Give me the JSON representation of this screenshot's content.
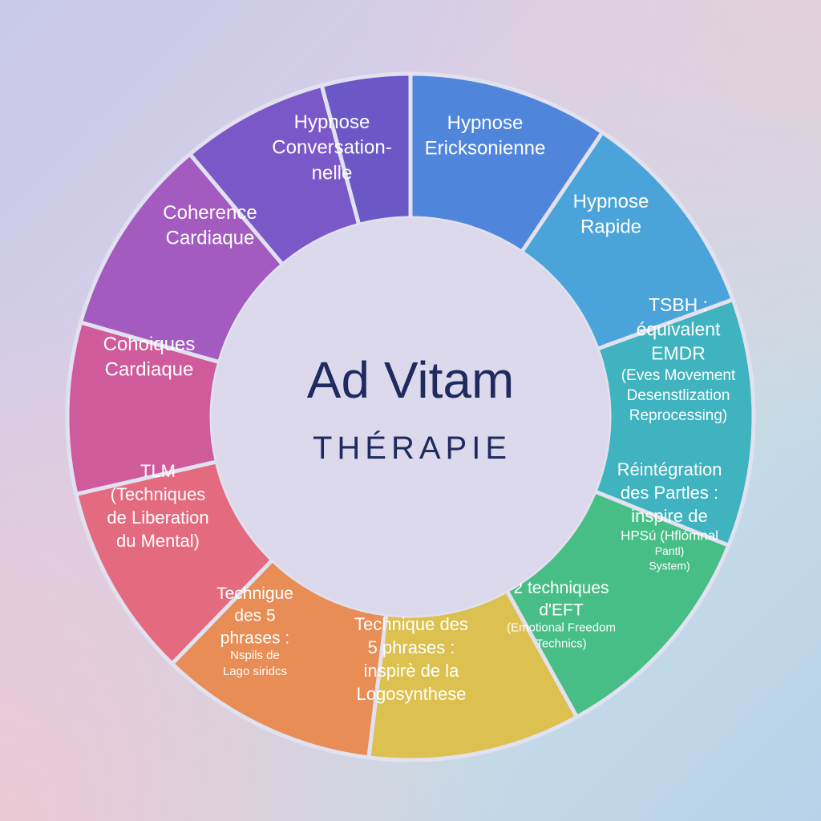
{
  "title": "Ad Vitam",
  "subtitle": "THÉRAPIE",
  "colors": {
    "title": "#1f2b5e",
    "center_fill": "#dcd9ec",
    "gap": "#e2e1f0"
  },
  "segments": [
    {
      "name": "hypnose-ericksonienne",
      "color": "#4f86dc",
      "lines": [
        "Hypnose",
        "Ericksonienne"
      ]
    },
    {
      "name": "hypnose-rapide",
      "color": "#4aa4da",
      "lines": [
        "Hypnose",
        "Rapide"
      ]
    },
    {
      "name": "tsbh",
      "color": "#3fb3bf",
      "lines": [
        "TSBH :",
        "équivalent",
        "EMDR",
        "(Eves Movement",
        "Desenstlization",
        "Reprocessing)"
      ]
    },
    {
      "name": "reintegration",
      "color": "#48be87",
      "lines": [
        "Réintégration",
        "des Partles :",
        "inspire de",
        "HPSú (Hflómnal",
        "Pantl)",
        "System)"
      ]
    },
    {
      "name": "eft",
      "color": "#dcc150",
      "lines": [
        "2 techniques",
        "d'EFT",
        "(Emotional Freedom",
        "Technics)"
      ]
    },
    {
      "name": "technique-5-phrases-logosynthese",
      "color": "#e88d55",
      "lines": [
        "Technique des",
        "5 phrases :",
        "inspirè de la",
        "Logosynthese"
      ]
    },
    {
      "name": "technique-5-phrases-lago",
      "color": "#e46b7f",
      "lines": [
        "Technigue",
        "des 5",
        "phrases :",
        "Nspils de",
        "Lago siridcs"
      ]
    },
    {
      "name": "tlm",
      "color": "#cf5a9c",
      "lines": [
        "TLM",
        "(Techniques",
        "de Liberation",
        "du Mental)"
      ]
    },
    {
      "name": "cohoiques-cardiaque",
      "color": "#a35bbf",
      "lines": [
        "Cohoiques",
        "Cardiaque"
      ]
    },
    {
      "name": "coherence-cardiaque",
      "color": "#7b58c8",
      "lines": [
        "Coherence",
        "Cardiaque"
      ]
    },
    {
      "name": "hypnose-conversationnelle",
      "color": "#6b58c6",
      "lines": [
        "Hypnose",
        "Conversation-",
        "nelle"
      ]
    }
  ]
}
